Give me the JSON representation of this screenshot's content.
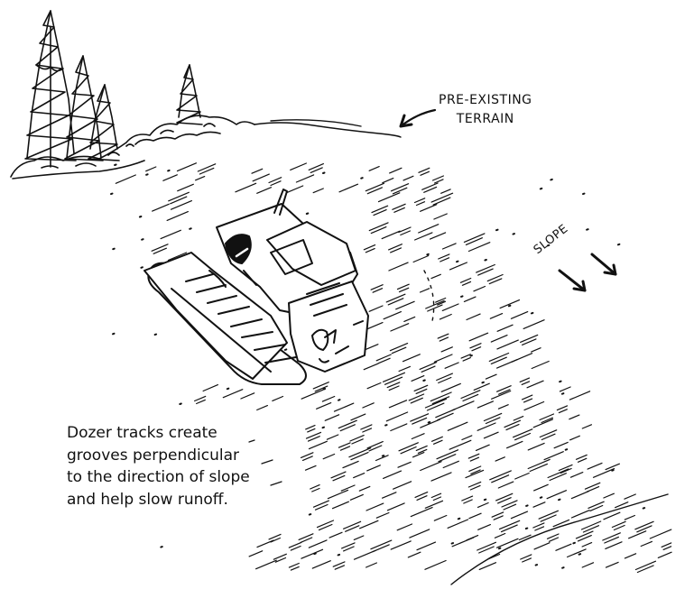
{
  "labels": {
    "terrain_line1": "PRE-EXISTING",
    "terrain_line2": "TERRAIN",
    "slope": "SLOPE"
  },
  "caption": {
    "line1": "Dozer tracks create",
    "line2": "grooves perpendicular",
    "line3": "to the direction of slope",
    "line4": "and help slow runoff."
  },
  "icons": [
    "tree-icon",
    "dozer-icon",
    "arrow-icon"
  ],
  "colors": {
    "ink": "#111111",
    "background": "#ffffff"
  }
}
